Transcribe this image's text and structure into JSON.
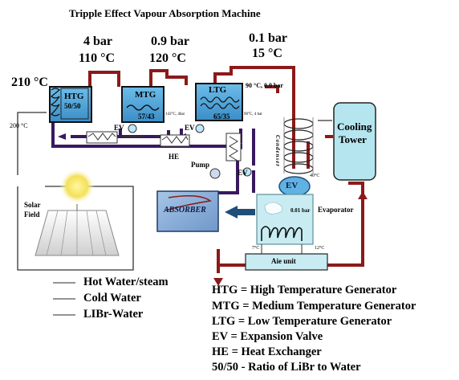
{
  "title": "Tripple Effect Vapour Absorption Machine",
  "conditions": {
    "htg_pressure": "4 bar",
    "htg_temp": "110 °C",
    "mtg_pressure": "0.9 bar",
    "mtg_temp": "120 °C",
    "ltg_pressure": "0.1 bar",
    "ltg_temp": "15 °C",
    "source_temp": "210 °C",
    "return_temp": "200 °C",
    "ltg_outlet": "90 °C, 0.9 bar",
    "hx_note_1": "143°C, 4bar",
    "hx_note_2": "90°C, 4 bar",
    "tower_temp": "40°C",
    "evap_pressure": "0.01 bar",
    "aie_in_temp": "7°C",
    "aie_out_temp": "12°C"
  },
  "components": {
    "htg": {
      "name": "HTG",
      "ratio": "50/50"
    },
    "mtg": {
      "name": "MTG",
      "ratio": "57/43"
    },
    "ltg": {
      "name": "LTG",
      "ratio": "65/35"
    },
    "ev1": "EV",
    "ev2": "EV",
    "ev3": "EV",
    "ev_big": "EV",
    "he": "HE",
    "pump": "Pump",
    "condenser": "Condenser",
    "cooling_tower_line1": "Cooling",
    "cooling_tower_line2": "Tower",
    "absorber": "ABSORBER",
    "evaporator": "Evaporator",
    "aie_unit": "Aie unit",
    "solar_field_line1": "Solar",
    "solar_field_line2": "Field"
  },
  "legend": [
    {
      "label": "Hot Water/steam"
    },
    {
      "label": "Cold Water"
    },
    {
      "label": "LIBr-Water"
    }
  ],
  "abbreviations": [
    "HTG = High Temperature Generator",
    "MTG = Medium Temperature Generator",
    "LTG = Low Temperature Generator",
    "EV = Expansion Valve",
    "HE = Heat Exchanger",
    "50/50 - Ratio of LiBr to Water"
  ],
  "colors": {
    "hot_pipe": "#8b1a1a",
    "libr_pipe": "#3a1860",
    "generator_fill": "#4fa3d8",
    "tower_fill": "#b5e6f0",
    "absorber_fill": "#8eb3dc",
    "evaporator_fill": "#c8ecf2",
    "coil": "#1c1c1c"
  }
}
